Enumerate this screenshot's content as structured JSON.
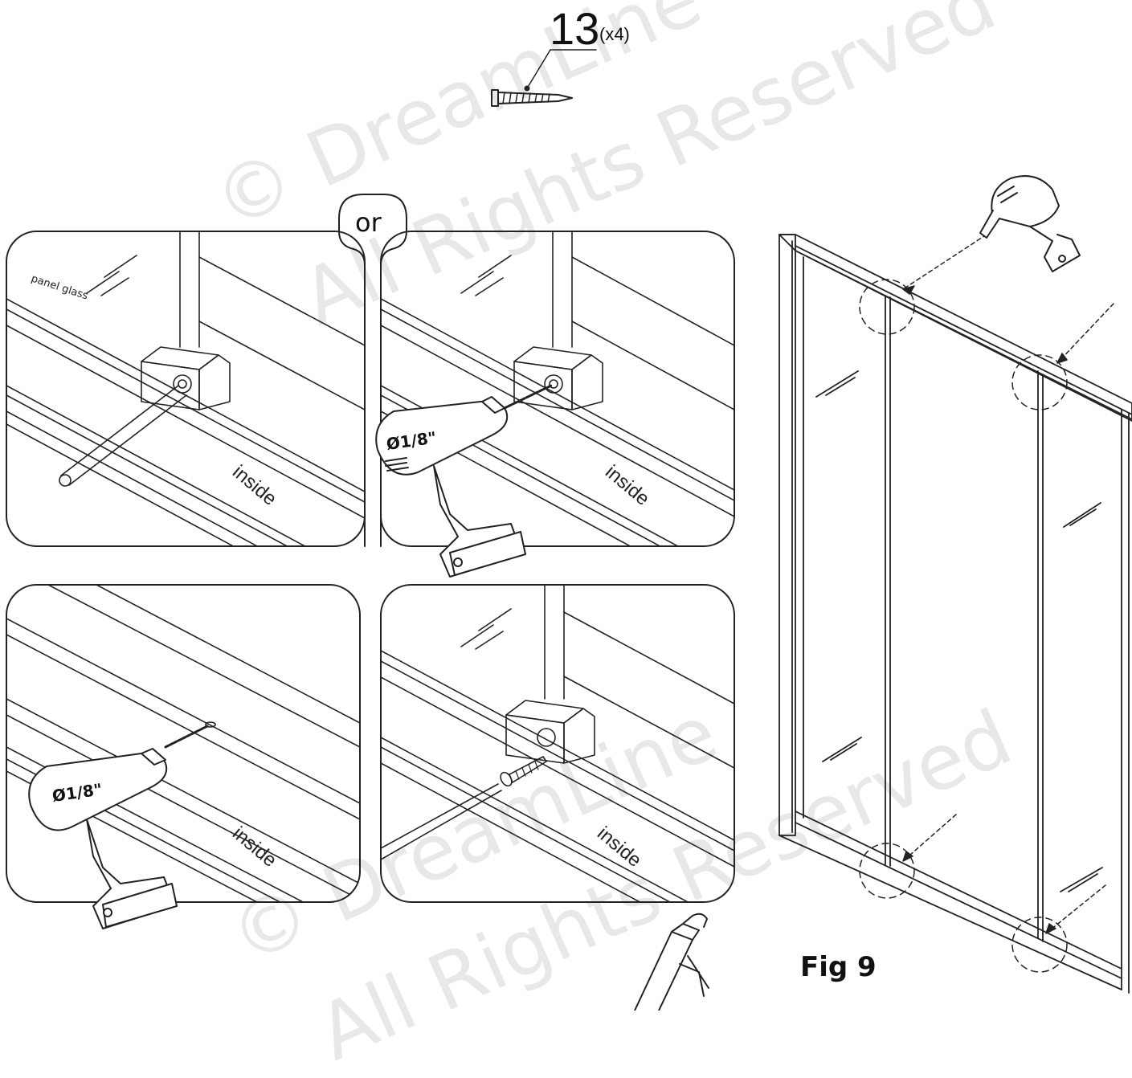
{
  "hardware": {
    "part_number": "13",
    "quantity": "(x4)"
  },
  "choice_label": "or",
  "drill_bit_size": "Ø1/8\"",
  "labels": {
    "panel_glass": "panel glass",
    "inside": "inside"
  },
  "figure_label": "Fig 9",
  "watermark": {
    "line1": "© DreamLine",
    "line2": "All Rights Reserved"
  }
}
